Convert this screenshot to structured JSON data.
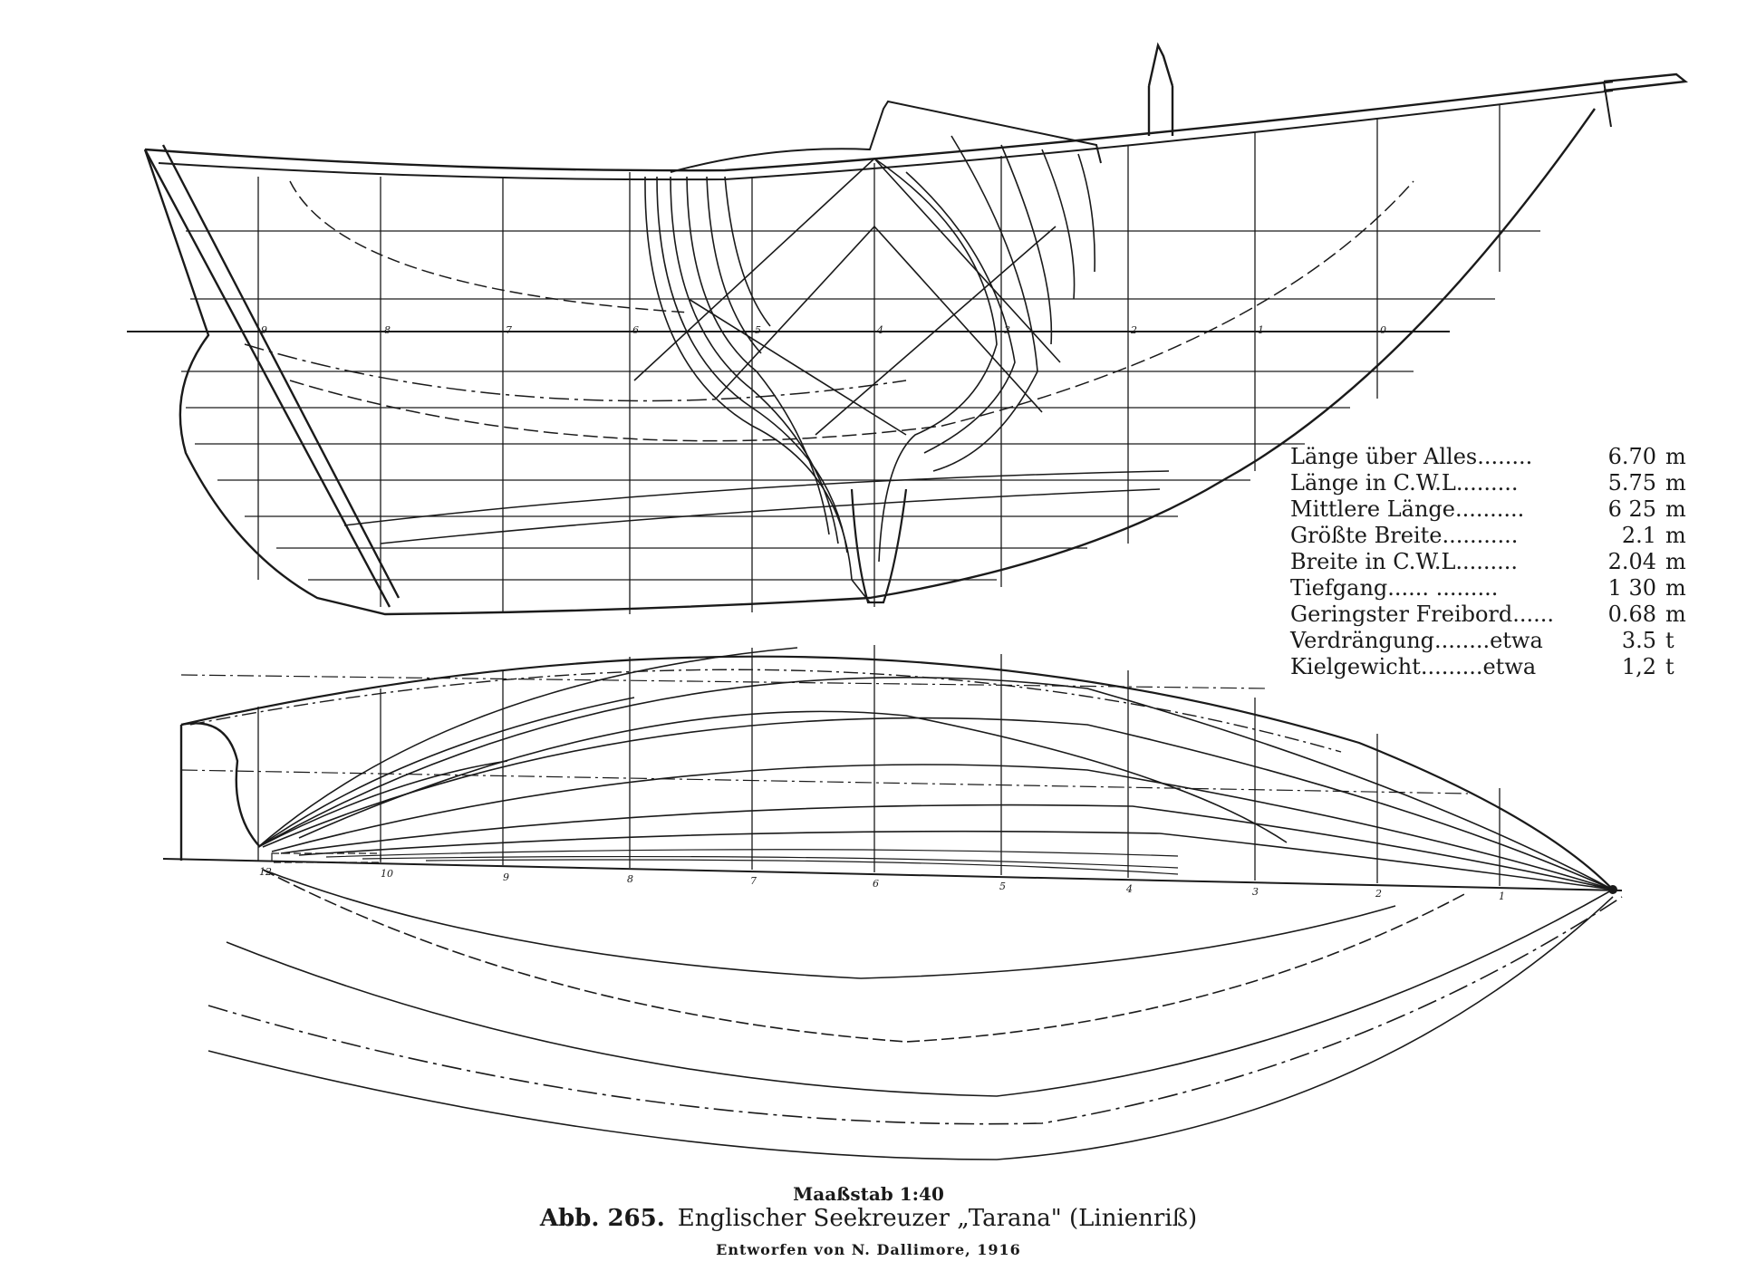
{
  "specs": [
    {
      "label": "Länge über Alles........",
      "value": "6.70",
      "unit": "m"
    },
    {
      "label": "Länge in C.W.L.........",
      "value": "5.75",
      "unit": "m"
    },
    {
      "label": "Mittlere Länge..........",
      "value": "6 25",
      "unit": "m"
    },
    {
      "label": "Größte Breite...........",
      "value": "2.1",
      "unit": "m"
    },
    {
      "label": "Breite in C.W.L.........",
      "value": "2.04",
      "unit": "m"
    },
    {
      "label": "Tiefgang......  .........",
      "value": "1 30",
      "unit": "m"
    },
    {
      "label": "Geringster Freibord......",
      "value": "0.68",
      "unit": "m"
    },
    {
      "label": "Verdrängung........etwa",
      "value": "3.5",
      "unit": "t"
    },
    {
      "label": "Kielgewicht.........etwa",
      "value": "1,2",
      "unit": "t"
    }
  ],
  "caption": {
    "scale": "Maaßstab 1:40",
    "figure": "Abb. 265.",
    "title": "Englischer Seekreuzer „Tarana\" (Linienriß)",
    "author": "Entworfen von N. Dallimore, 1916"
  },
  "station_labels": [
    "9",
    "8",
    "7",
    "6",
    "5",
    "4",
    "3",
    "2",
    "1",
    "0"
  ],
  "plan_station_labels": [
    "12",
    "10",
    "9",
    "8",
    "7",
    "6",
    "5",
    "4",
    "3",
    "2",
    "1"
  ],
  "ink_color": "#1a1a1a"
}
